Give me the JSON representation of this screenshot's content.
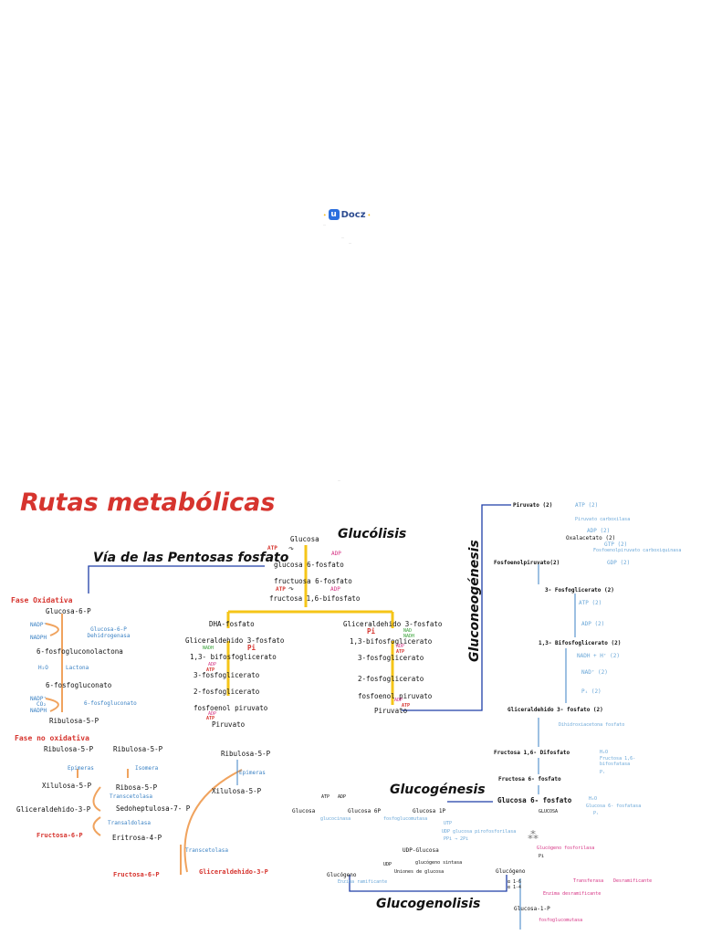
{
  "cover": {
    "logo": "Docz",
    "logo_mark": "u",
    "tag": "…",
    "sub1": "…",
    "sub2": "…",
    "center": "…"
  },
  "title": "Rutas metabólicas",
  "sections": {
    "glucolisis": "Glucólisis",
    "pentosas": "Vía de las Pentosas fosfato",
    "gluconeogenesis": "Gluconeogénesis",
    "glucogenesis": "Glucogénesis",
    "glucogenolisis": "Glucogenolisis"
  },
  "glucolisis": {
    "glucosa": "Glucosa",
    "atp1": "ATP",
    "adp1": "ADP",
    "g6p": "glucosa 6-fosfato",
    "f6p": "fructuosa 6-fosfato",
    "atp2": "ATP",
    "adp2": "ADP",
    "f16": "fructosa 1,6-bifosfato",
    "left": {
      "dha": "DHA-fosfato",
      "g3p": "Gliceraldehido 3-fosfato",
      "nadh": "NADH",
      "pi": "Pi",
      "b13": "1,3- bifosfoglicerato",
      "adp": "ADP",
      "atp": "ATP",
      "p3": "3-fosfoglicerato",
      "p2": "2-fosfoglicerato",
      "pep": "fosfoenol piruvato",
      "adp2": "ADP",
      "atp2": "ATP",
      "pir": "Piruvato"
    },
    "right": {
      "g3p": "Gliceraldehido 3-fosfato",
      "pi": "Pi",
      "nad": "NAD",
      "nadh": "NADH",
      "b13": "1,3-bifosfoglicerato",
      "adp": "ADP",
      "atp": "ATP",
      "p3": "3-fosfoglicerato",
      "p2": "2-fosfoglicerato",
      "pep": "fosfoenol piruvato",
      "adp2": "ADP",
      "atp2": "ATP",
      "pir": "Piruvato"
    }
  },
  "pentosas": {
    "fase_ox": "Fase Oxidativa",
    "g6p": "Glucosa-6-P",
    "nadp": "NADP⁺",
    "nadph": "NADPH",
    "enz1": "Glucosa-6-P Dehidrogenasa",
    "lactona": "6-fosfogluconolactona",
    "h2o": "H₂O",
    "enz2": "Lactona",
    "fg": "6-fosfogluconato",
    "nadp2": "NADP⁺",
    "co2": "CO₂",
    "nadph2": "NADPH",
    "enz3": "6-fosfogluconato",
    "r5p": "Ribulosa-5-P",
    "fase_nox": "Fase no oxidativa",
    "r5p_a": "Ribulosa-5-P",
    "r5p_b": "Ribulosa-5-P",
    "epim": "Epimeras",
    "isom": "Isomera",
    "x5p": "Xilulosa-5-P",
    "rib5p": "Ribosa-5-P",
    "transc": "Transcetolasa",
    "g3p": "Gliceraldehido-3-P",
    "sed": "Sedoheptulosa-7- P",
    "transa": "Transaldolasa",
    "f6p": "Fructosa-6-P",
    "e4p": "Eritrosa-4-P",
    "transc2": "Transcetolasa",
    "f6p2": "Fructosa-6-P",
    "g3p2": "Gliceraldehido-3-P",
    "r5p_c": "Ribulosa-5-P",
    "epim2": "Epimeras",
    "x5p2": "Xilulosa-5-P"
  },
  "gluconeo": {
    "pir": "Piruvato (2)",
    "atp": "ATP (2)",
    "pc": "Piruvato carboxilasa",
    "adp": "ADP (2)",
    "oxal": "Oxalacetato (2)",
    "gtp": "GTP (2)",
    "pepck": "Fosfoenolpiruvato carboxiquinasa",
    "gdp": "GDP (2)",
    "pep": "Fosfoenolpiruvato(2)",
    "p3": "3- Fosfoglicerato (2)",
    "atp2": "ATP (2)",
    "adp2": "ADP (2)",
    "b13": "1,3- Bifosfoglicerato (2)",
    "nadh": "NADH + H⁺ (2)",
    "nad": "NAD⁺ (2)",
    "pi": "Pᵢ (2)",
    "g3p": "Gliceraldehido 3- fosfato (2)",
    "dhap": "Dihidroxiacetona fosfato",
    "f16": "Fructosa 1,6- Difosfato",
    "h2o": "H₂O",
    "fbp": "Fructosa 1,6- bifosfatasa",
    "pi2": "Pᵢ",
    "f6p": "Fructosa 6- fosfato",
    "g6p": "Glucosa 6- fosfato",
    "h2o2": "H₂O",
    "g6pase": "Glucosa 6- fosfatasa",
    "pi3": "Pᵢ",
    "glc": "GLUCOSA"
  },
  "glucogenesis": {
    "glc": "Glucosa",
    "atp": "ATP",
    "adp": "ADP",
    "hex": "glucocinasa",
    "g6p": "Glucosa 6P",
    "pgm": "fosfoglucomutasa",
    "g1p": "Glucosa 1P",
    "utp": "UTP",
    "udpp": "UDP glucosa pirofosforilasa",
    "ppi": "PPi → 2Pi",
    "udpg": "UDP-Glucosa",
    "udp": "UDP",
    "gs": "glucógeno sintasa",
    "ramif": "Enzima ramificante",
    "gluc": "Glucógeno",
    "union": "Uniones de glucosa"
  },
  "glucogenolisis": {
    "gluc": "Glucógeno",
    "pi": "Pi",
    "fosf": "Glucógeno fosforilasa",
    "transf": "Transferasa",
    "desram": "Desramificante",
    "enz": "Enzima desramificante",
    "g1p": "Glucosa-1-P",
    "pgm": "fosfoglucomutasa",
    "a16": "α 1-6",
    "a14": "α 1-4"
  }
}
